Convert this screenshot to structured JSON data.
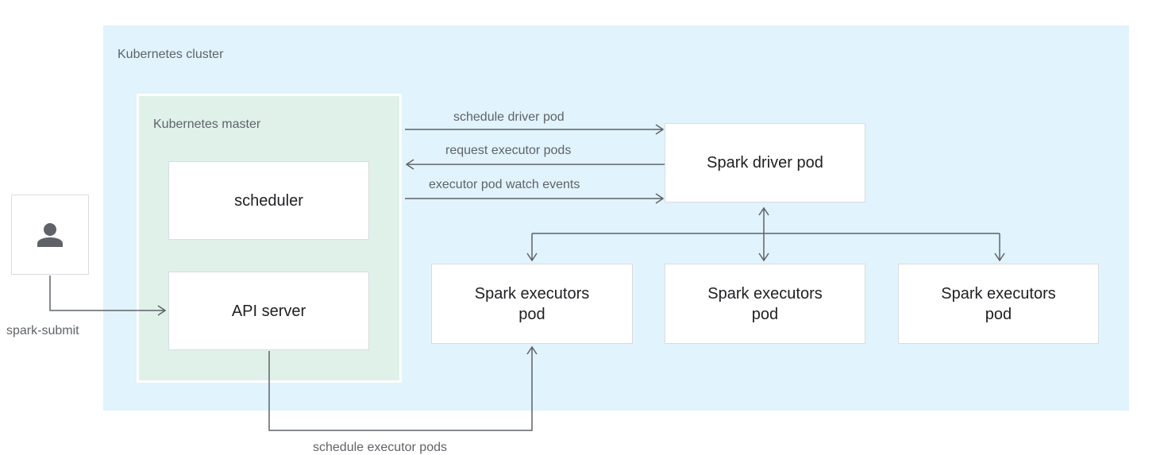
{
  "cluster": {
    "label": "Kubernetes cluster"
  },
  "master": {
    "label": "Kubernetes master",
    "scheduler": "scheduler",
    "api_server": "API server"
  },
  "driver": {
    "label": "Spark driver pod"
  },
  "executors": [
    {
      "line1": "Spark executors",
      "line2": "pod"
    },
    {
      "line1": "Spark executors",
      "line2": "pod"
    },
    {
      "line1": "Spark executors",
      "line2": "pod"
    }
  ],
  "user": {
    "icon": "person-icon",
    "caption": "spark-submit"
  },
  "arrows": {
    "schedule_driver": "schedule driver pod",
    "request_executors": "request executor pods",
    "watch_events": "executor pod watch events",
    "schedule_executors": "schedule executor pods"
  }
}
